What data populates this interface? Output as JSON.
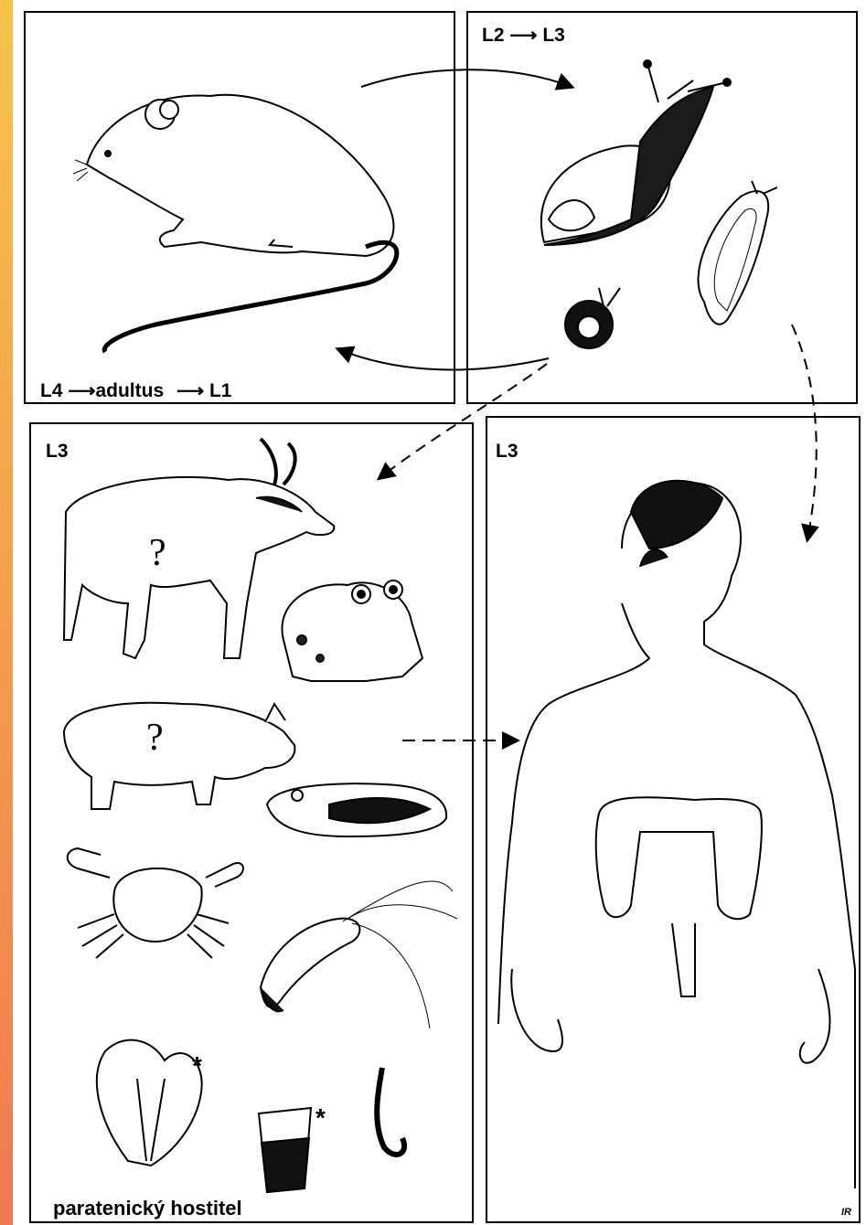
{
  "panels": {
    "rat": {
      "stage_label_parts": [
        "L4",
        "adultus",
        "L1"
      ]
    },
    "snail": {
      "stage_label_parts": [
        "L2",
        "L3"
      ]
    },
    "paratenic": {
      "stage_label": "L3",
      "title": "paratenický hostitel",
      "question_mark": "?",
      "asterisk": "*"
    },
    "human": {
      "stage_label": "L3"
    }
  },
  "signature": "IR"
}
